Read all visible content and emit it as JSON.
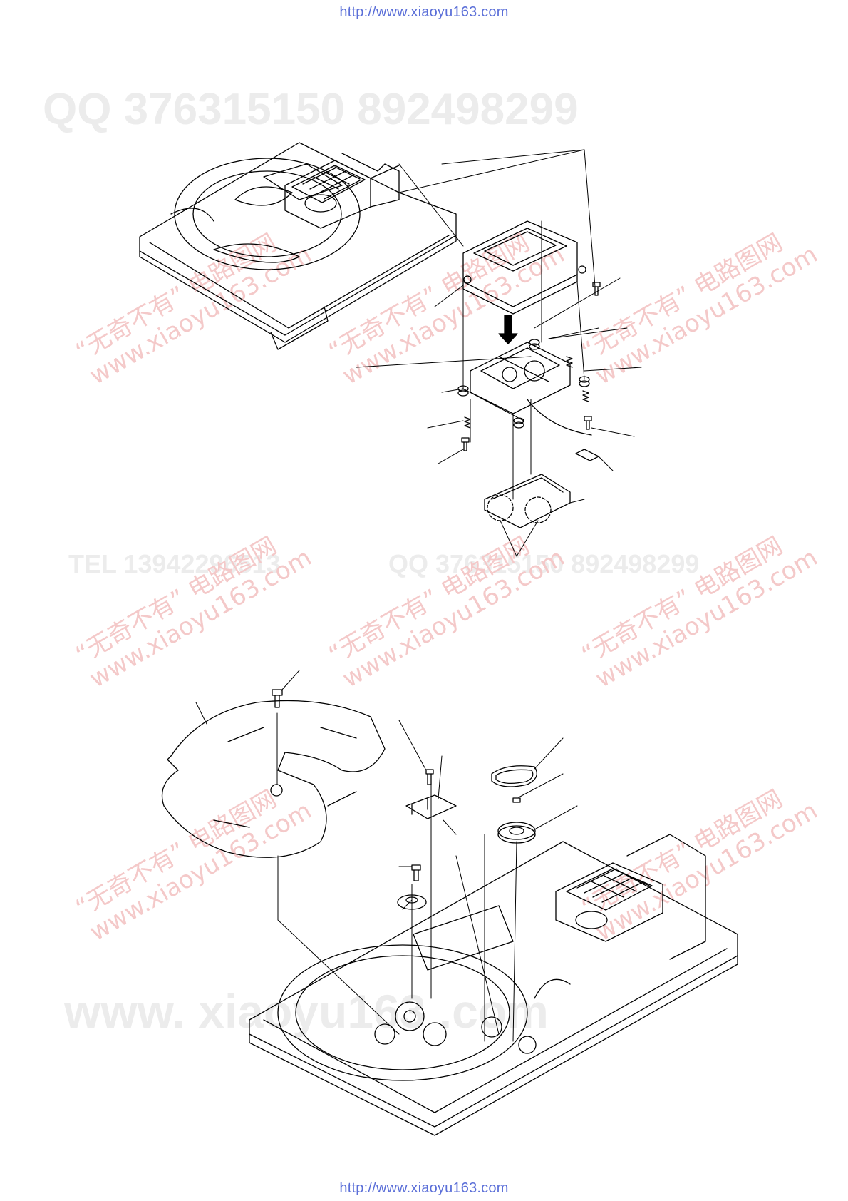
{
  "header": {
    "url": "http://www.xiaoyu163.com"
  },
  "footer": {
    "url": "http://www.xiaoyu163.com"
  },
  "watermarks": {
    "qq_line": "QQ 376315150      892498299",
    "tel_line": "TEL 13942296513",
    "qq_line_mid": "QQ 376315150   892498299",
    "www_line": "www. xiaoyu163 .com",
    "cn_tag": "“无奇不有” 电路图网",
    "cn_url": "www.xiaoyu163.com"
  },
  "colors": {
    "line": "#000000",
    "url": "#5b6fd8",
    "watermark_gray": "#ececec",
    "watermark_red": "#f4c9c9"
  }
}
